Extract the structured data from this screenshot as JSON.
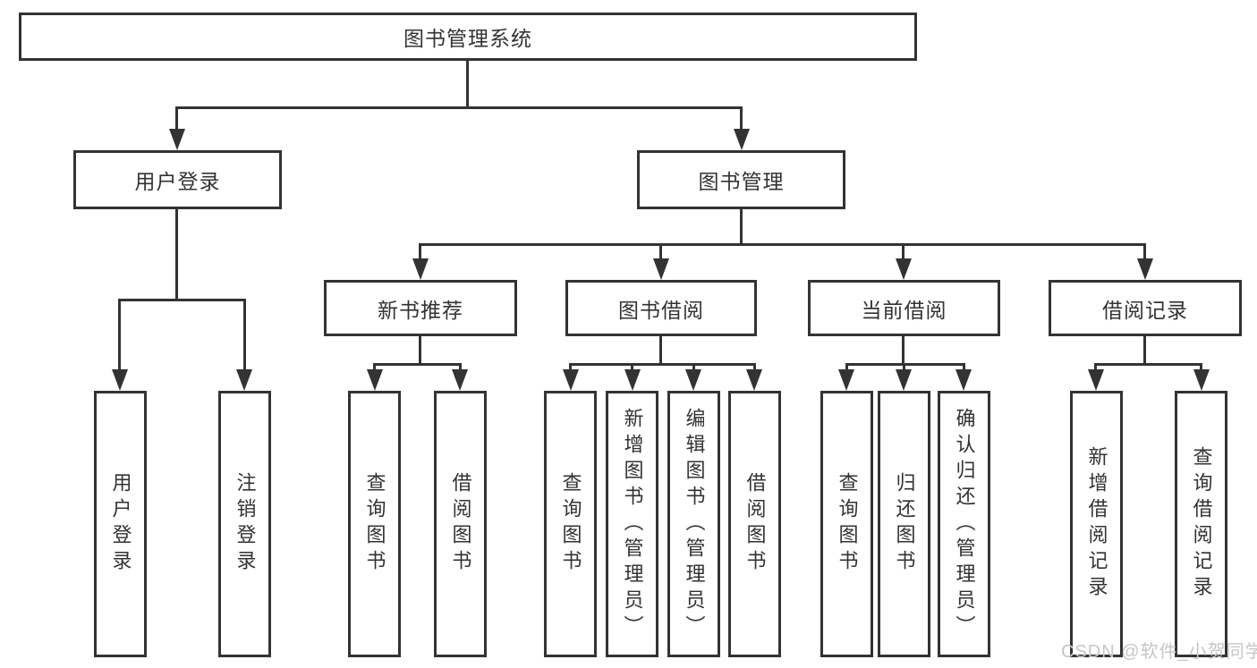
{
  "diagram": {
    "type": "tree-diagram",
    "root": {
      "label": "图书管理系统"
    },
    "level2": {
      "user_login": {
        "label": "用户登录"
      },
      "book_mgmt": {
        "label": "图书管理"
      }
    },
    "level3": {
      "new_book_rec": {
        "label": "新书推荐"
      },
      "book_borrow": {
        "label": "图书借阅"
      },
      "current_borrow": {
        "label": "当前借阅"
      },
      "borrow_record": {
        "label": "借阅记录"
      }
    },
    "leaves": {
      "user_login": [
        {
          "label": "用户登录"
        },
        {
          "label": "注销登录"
        }
      ],
      "new_book_rec": [
        {
          "label": "查询图书"
        },
        {
          "label": "借阅图书"
        }
      ],
      "book_borrow": [
        {
          "label": "查询图书"
        },
        {
          "label": "新增图书（管理员）"
        },
        {
          "label": "编辑图书（管理员）"
        },
        {
          "label": "借阅图书"
        }
      ],
      "current_borrow": [
        {
          "label": "查询图书"
        },
        {
          "label": "归还图书"
        },
        {
          "label": "确认归还（管理员）"
        }
      ],
      "borrow_record": [
        {
          "label": "新增借阅记录"
        },
        {
          "label": "查询借阅记录"
        }
      ]
    },
    "watermark": "CSDN @软件_小贺同学",
    "colors": {
      "line": "#333333",
      "text": "#333333",
      "background": "#ffffff",
      "watermark": "#c6c6c6"
    }
  }
}
